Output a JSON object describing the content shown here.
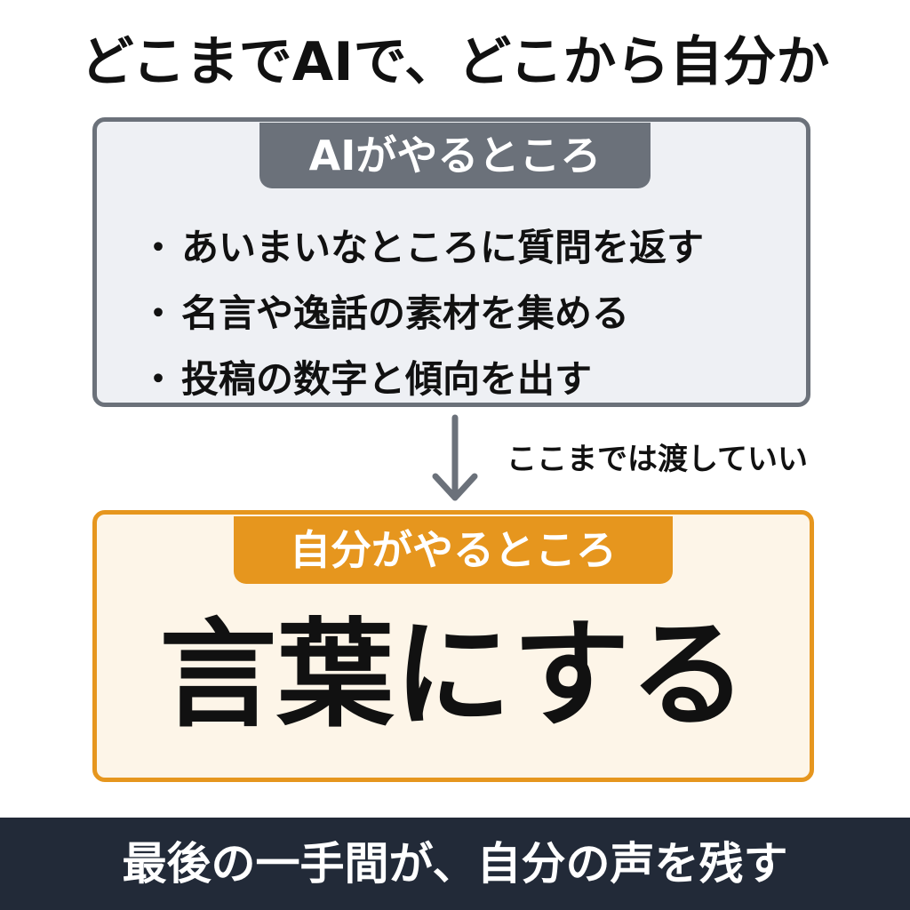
{
  "title": "どこまでAIで、どこから自分か",
  "ai_section": {
    "label": "AIがやるところ",
    "items": [
      "あいまいなところに質問を返す",
      "名言や逸話の素材を集める",
      "投稿の数字と傾向を出す"
    ],
    "bullet": "・"
  },
  "handoff_note": "ここまでは渡していい",
  "self_section": {
    "label": "自分がやるところ",
    "main_text": "言葉にする"
  },
  "footer": {
    "text": "最後の一手間が、自分の声を残す"
  },
  "colors": {
    "ai_accent": "#6b717a",
    "ai_background": "#eef0f4",
    "self_accent": "#e6961e",
    "self_background": "#fdf5e8",
    "footer_background": "#222a38",
    "arrow": "#6b717a"
  },
  "icons": {
    "flow_arrow": "down-arrow-icon"
  }
}
